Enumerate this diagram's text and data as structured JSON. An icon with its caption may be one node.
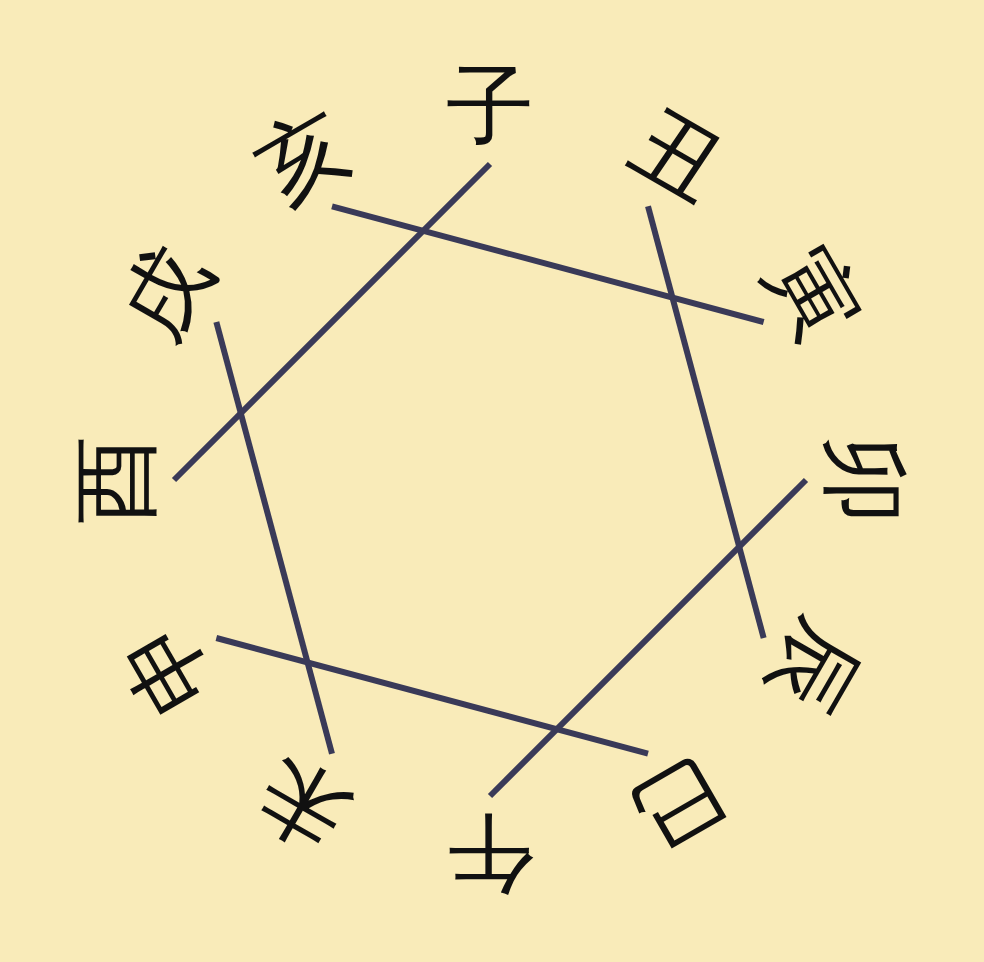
{
  "diagram": {
    "nodes": [
      {
        "text": [
          "子"
        ]
      },
      {
        "text": [
          "丑"
        ]
      },
      {
        "text": [
          "寅"
        ]
      },
      {
        "text": [
          "卯"
        ]
      },
      {
        "text": [
          "辰"
        ]
      },
      {
        "text": [
          "巳"
        ]
      },
      {
        "text": [
          "午"
        ]
      },
      {
        "text": [
          "未"
        ]
      },
      {
        "text": [
          "申"
        ]
      },
      {
        "text": [
          "酉"
        ]
      },
      {
        "text": [
          "戌"
        ]
      },
      {
        "text": [
          "亥"
        ]
      }
    ],
    "edges": [
      {
        "from": 0,
        "to": 9,
        "arrow": "none"
      },
      {
        "from": 11,
        "to": 2,
        "arrow": "none"
      },
      {
        "from": 1,
        "to": 4,
        "arrow": "none"
      },
      {
        "from": 10,
        "to": 7,
        "arrow": "none"
      },
      {
        "from": 3,
        "to": 6,
        "arrow": "none"
      },
      {
        "from": 8,
        "to": 5,
        "arrow": "none"
      }
    ]
  }
}
